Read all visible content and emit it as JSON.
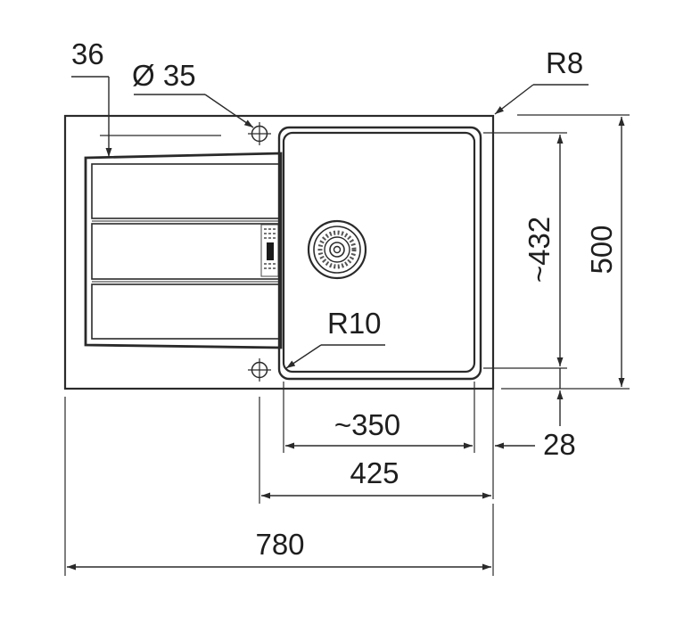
{
  "diagram": {
    "labels": {
      "hole_offset": "36",
      "hole_diameter": "Ø 35",
      "outer_radius": "R8",
      "bowl_radius": "R10",
      "bowl_depth": "~432",
      "total_depth": "500",
      "bowl_width": "~350",
      "bowl_rim": "28",
      "cabinet_width": "425",
      "total_width": "780"
    },
    "colors": {
      "line": "#2a2a2a",
      "text": "#1e1e1e",
      "background": "#ffffff"
    },
    "icons": [
      "tap-hole-icon",
      "drain-icon"
    ]
  }
}
